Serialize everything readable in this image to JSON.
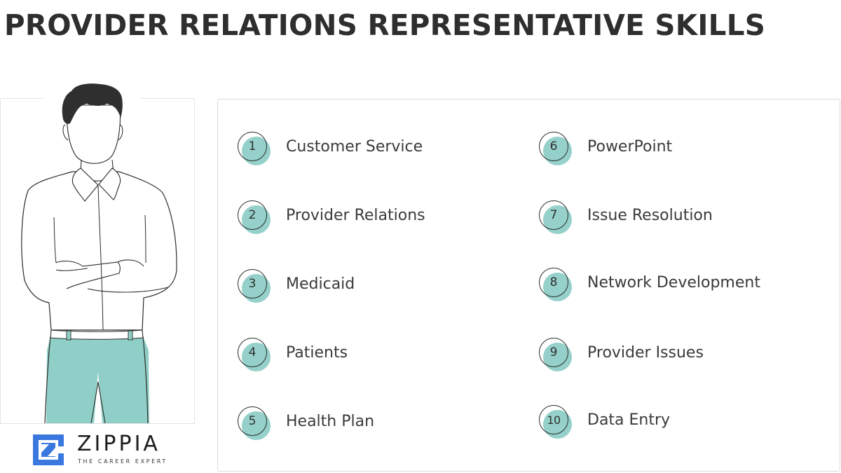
{
  "header": {
    "title": "PROVIDER RELATIONS REPRESENTATIVE SKILLS"
  },
  "illustration": {
    "subject": "person-with-crossed-arms",
    "accent_color": "#8fcfc7"
  },
  "brand": {
    "name": "ZIPPIA",
    "tagline": "THE CAREER EXPERT",
    "logo_color": "#3a78e0"
  },
  "skills": {
    "left": [
      {
        "num": "1",
        "label": "Customer Service"
      },
      {
        "num": "2",
        "label": "Provider Relations"
      },
      {
        "num": "3",
        "label": "Medicaid"
      },
      {
        "num": "4",
        "label": "Patients"
      },
      {
        "num": "5",
        "label": "Health Plan"
      }
    ],
    "right": [
      {
        "num": "6",
        "label": "PowerPoint"
      },
      {
        "num": "7",
        "label": "Issue Resolution"
      },
      {
        "num": "8",
        "label": "Network Development"
      },
      {
        "num": "9",
        "label": "Provider Issues"
      },
      {
        "num": "10",
        "label": "Data Entry"
      }
    ]
  }
}
